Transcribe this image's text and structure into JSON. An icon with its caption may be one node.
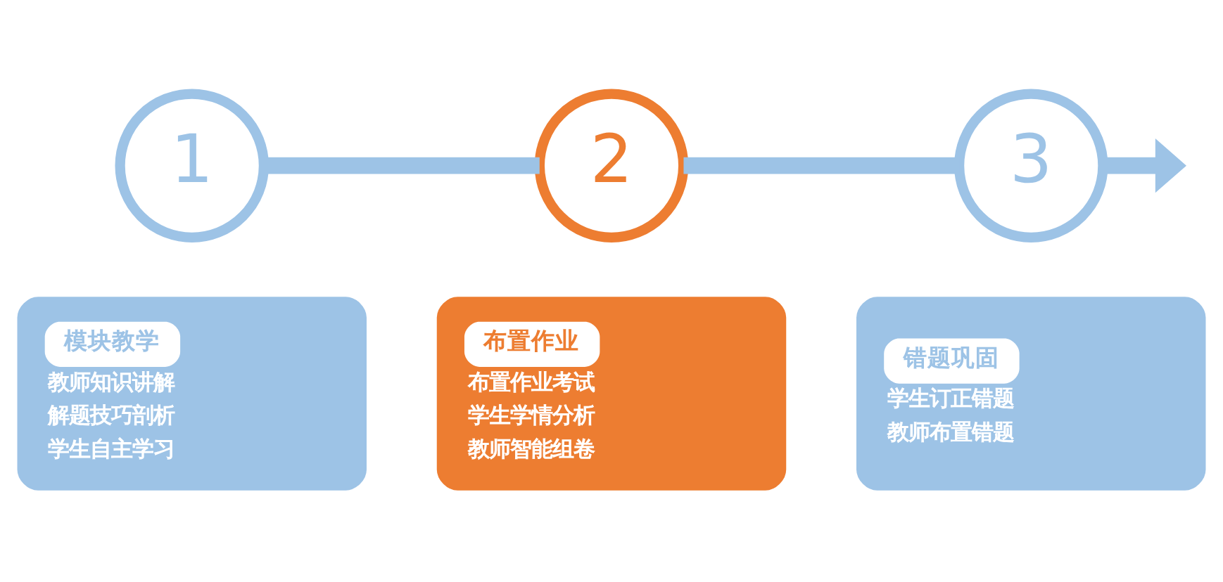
{
  "diagram": {
    "nodes": [
      {
        "text": [
          "1"
        ]
      },
      {
        "text": [
          "2"
        ]
      },
      {
        "text": [
          "3"
        ]
      },
      {
        "text": [
          "模块教学",
          "教师知识讲解",
          "解题技巧剖析",
          "学生自主学习"
        ]
      },
      {
        "text": [
          "布置作业",
          "布置作业考试",
          "学生学情分析",
          "教师智能组卷"
        ]
      },
      {
        "text": [
          "错题巩固",
          "学生订正错题",
          "教师布置错题"
        ]
      }
    ],
    "edges": [
      {
        "from": 0,
        "to": 1,
        "arrow": "none"
      },
      {
        "from": 1,
        "to": 2,
        "arrow": "none"
      },
      {
        "from": 2,
        "to": null,
        "arrow": "to"
      }
    ]
  }
}
